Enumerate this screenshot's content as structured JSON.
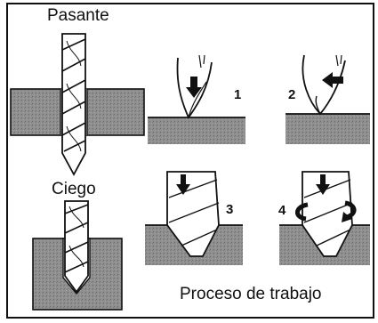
{
  "labels": {
    "through": "Pasante",
    "blind": "Ciego",
    "process": "Proceso de trabajo"
  },
  "steps": [
    "1",
    "2",
    "3",
    "4"
  ],
  "colors": {
    "ink": "#111111",
    "material": "#8d8d8d",
    "background": "#ffffff"
  }
}
